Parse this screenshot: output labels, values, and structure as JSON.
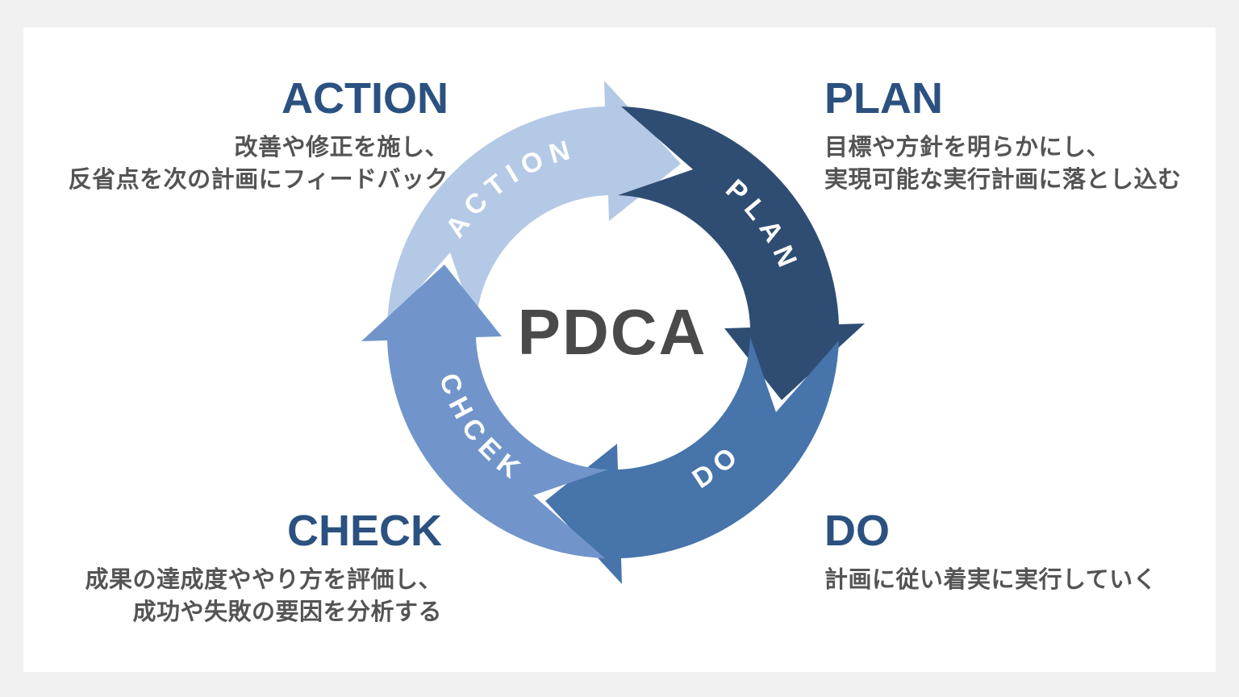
{
  "diagram": {
    "center_label": "PDCA",
    "arc_labels": {
      "action": "ACTION",
      "plan": "PLAN",
      "do": "DO",
      "check": "CHCEK"
    },
    "sections": {
      "action": {
        "title": "ACTION",
        "desc_line1": "改善や修正を施し、",
        "desc_line2": "反省点を次の計画にフィードバック"
      },
      "plan": {
        "title": "PLAN",
        "desc_line1": "目標や方針を明らかにし、",
        "desc_line2": "実現可能な実行計画に落とし込む"
      },
      "do": {
        "title": "DO",
        "desc_line1": "計画に従い着実に実行していく"
      },
      "check": {
        "title": "CHECK",
        "desc_line1": "成果の達成度ややり方を評価し、",
        "desc_line2": "成功や失敗の要因を分析する"
      }
    },
    "colors": {
      "action_arrow": "#b4c9e6",
      "plan_arrow": "#2f4d73",
      "do_arrow": "#4674ab",
      "check_arrow": "#7195cb",
      "heading": "#2b5180",
      "body_text": "#545454",
      "center_text": "#4a4a4b",
      "background": "#f1f1f1",
      "card": "#ffffff"
    }
  }
}
